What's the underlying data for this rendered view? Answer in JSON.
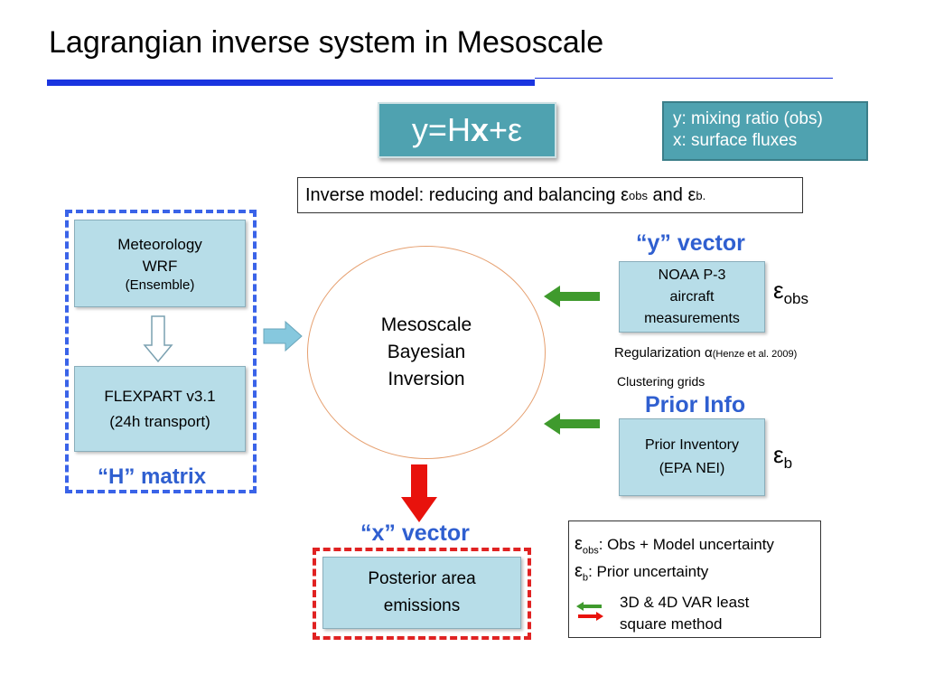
{
  "title": "Lagrangian inverse system in Mesoscale",
  "equation": {
    "prefix": "y=H",
    "bold": "x",
    "suffix": " +ε"
  },
  "legend": {
    "line1": "y: mixing ratio (obs)",
    "line2": "x: surface fluxes"
  },
  "model_box": {
    "text": "Inverse model: reducing and balancing ε",
    "sub1": "obs",
    "mid": " and ε",
    "sub2": "b."
  },
  "h_matrix": {
    "met": {
      "line1": "Meteorology",
      "line2": "WRF",
      "line3": "(Ensemble)"
    },
    "flexpart": {
      "line1": "FLEXPART v3.1",
      "line2": "(24h transport)"
    },
    "label": "“H” matrix"
  },
  "center": {
    "line1": "Mesoscale",
    "line2": "Bayesian",
    "line3": "Inversion"
  },
  "y_vector": {
    "label": "“y” vector",
    "box": {
      "line1": "NOAA P-3",
      "line2": "aircraft",
      "line3": "measurements"
    },
    "eps": "ε",
    "eps_sub": "obs"
  },
  "regularization": {
    "text": "Regularization α",
    "cite": "(Henze et al. 2009)"
  },
  "clustering": "Clustering grids",
  "prior": {
    "label": "Prior Info",
    "box": {
      "line1": "Prior Inventory",
      "line2": "(EPA NEI)"
    },
    "eps": "ε",
    "eps_sub": "b"
  },
  "x_vector": {
    "label": "“x” vector",
    "box": {
      "line1": "Posterior area",
      "line2": "emissions"
    }
  },
  "notes": {
    "row1": {
      "eps": "ε",
      "sub": "obs",
      "text": ": Obs + Model uncertainty"
    },
    "row2": {
      "eps": "ε",
      "sub": "b",
      "text": ": Prior uncertainty"
    },
    "row3": {
      "line1": "3D & 4D VAR least",
      "line2": "square method"
    }
  },
  "colors": {
    "accent_blue": "#1a35e0",
    "box_fill": "#b7dde8",
    "teal": "#4fa2b0",
    "green_arrow": "#3f9a2d",
    "red_arrow": "#e8120c"
  }
}
